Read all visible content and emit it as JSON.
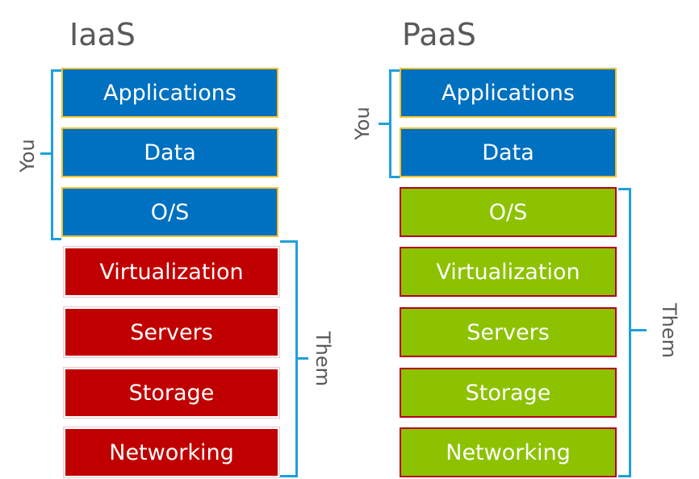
{
  "iaas": {
    "title": "IaaS",
    "you_label": "You",
    "them_label": "Them",
    "layers": [
      "Applications",
      "Data",
      "O/S",
      "Virtualization",
      "Servers",
      "Storage",
      "Networking"
    ]
  },
  "paas": {
    "title": "PaaS",
    "you_label": "You",
    "them_label": "Them",
    "layers": [
      "Applications",
      "Data",
      "O/S",
      "Virtualization",
      "Servers",
      "Storage",
      "Networking"
    ]
  },
  "colors": {
    "you_fill": "#0070c0",
    "iaas_them_fill": "#c00000",
    "paas_them_fill": "#8cc200",
    "bracket": "#1ea0dc"
  }
}
